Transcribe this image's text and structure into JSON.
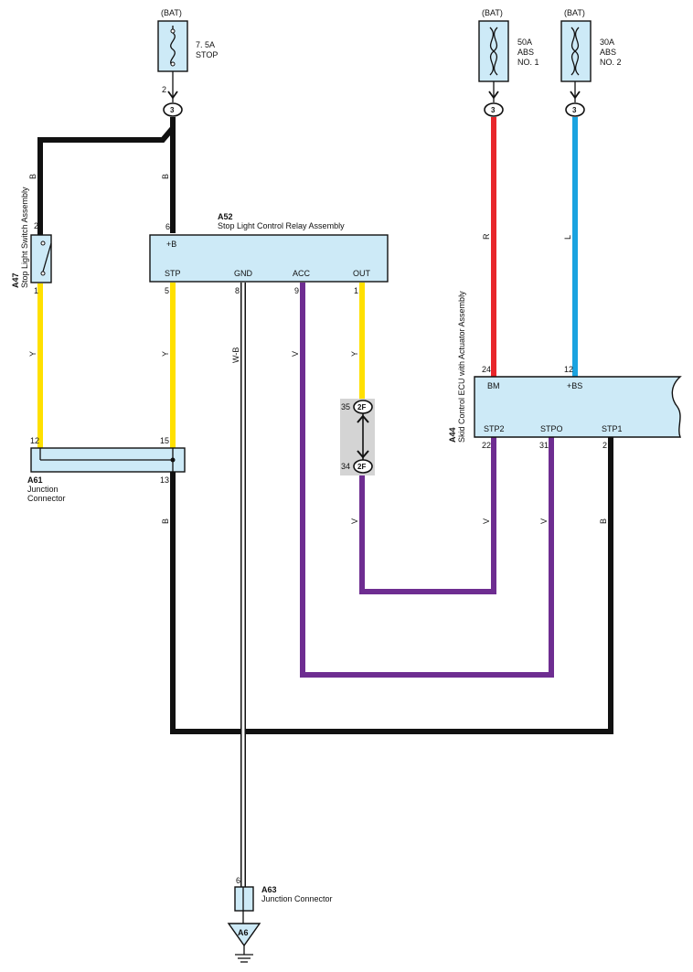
{
  "fuses": {
    "stop": {
      "source": "(BAT)",
      "rating": "7. 5A",
      "name": "STOP",
      "pin": "2",
      "connector": "3"
    },
    "abs1": {
      "source": "(BAT)",
      "rating": "50A",
      "name1": "ABS",
      "name2": "NO. 1",
      "connector": "3"
    },
    "abs2": {
      "source": "(BAT)",
      "rating": "30A",
      "name1": "ABS",
      "name2": "NO. 2",
      "connector": "3"
    }
  },
  "a47": {
    "code": "A47",
    "name": "Stop Light Switch Assembly",
    "pin_top": "2",
    "pin_bottom": "1"
  },
  "a52": {
    "code": "A52",
    "name": "Stop Light Control Relay Assembly",
    "pin_b": "6",
    "label_b": "+B",
    "labels": [
      "STP",
      "GND",
      "ACC",
      "OUT"
    ],
    "pins": [
      "5",
      "8",
      "9",
      "1"
    ]
  },
  "a61": {
    "code": "A61",
    "name1": "Junction",
    "name2": "Connector",
    "pin_left": "12",
    "pin_right": "15",
    "pin_bottom": "13"
  },
  "a44": {
    "code": "A44",
    "name": "Skid Control ECU with Actuator Assembly",
    "top_labels": [
      "BM",
      "+BS"
    ],
    "top_pins": [
      "24",
      "12"
    ],
    "bottom_labels": [
      "STP2",
      "STPO",
      "STP1"
    ],
    "bottom_pins": [
      "22",
      "31",
      "2"
    ]
  },
  "inline_connector": {
    "top_pin": "35",
    "bottom_pin": "34",
    "code": "2F"
  },
  "a63": {
    "code": "A63",
    "name": "Junction Connector",
    "pin": "6"
  },
  "ground": {
    "code": "A6"
  },
  "wire_colors": {
    "b": "B",
    "y": "Y",
    "wb": "W-B",
    "v": "V",
    "r": "R",
    "l": "L"
  },
  "colors": {
    "black": "#111111",
    "yellow": "#ffe000",
    "violet": "#6e2d91",
    "red": "#e8262b",
    "blue": "#1aa3e0",
    "box": "#cdeaf7"
  }
}
